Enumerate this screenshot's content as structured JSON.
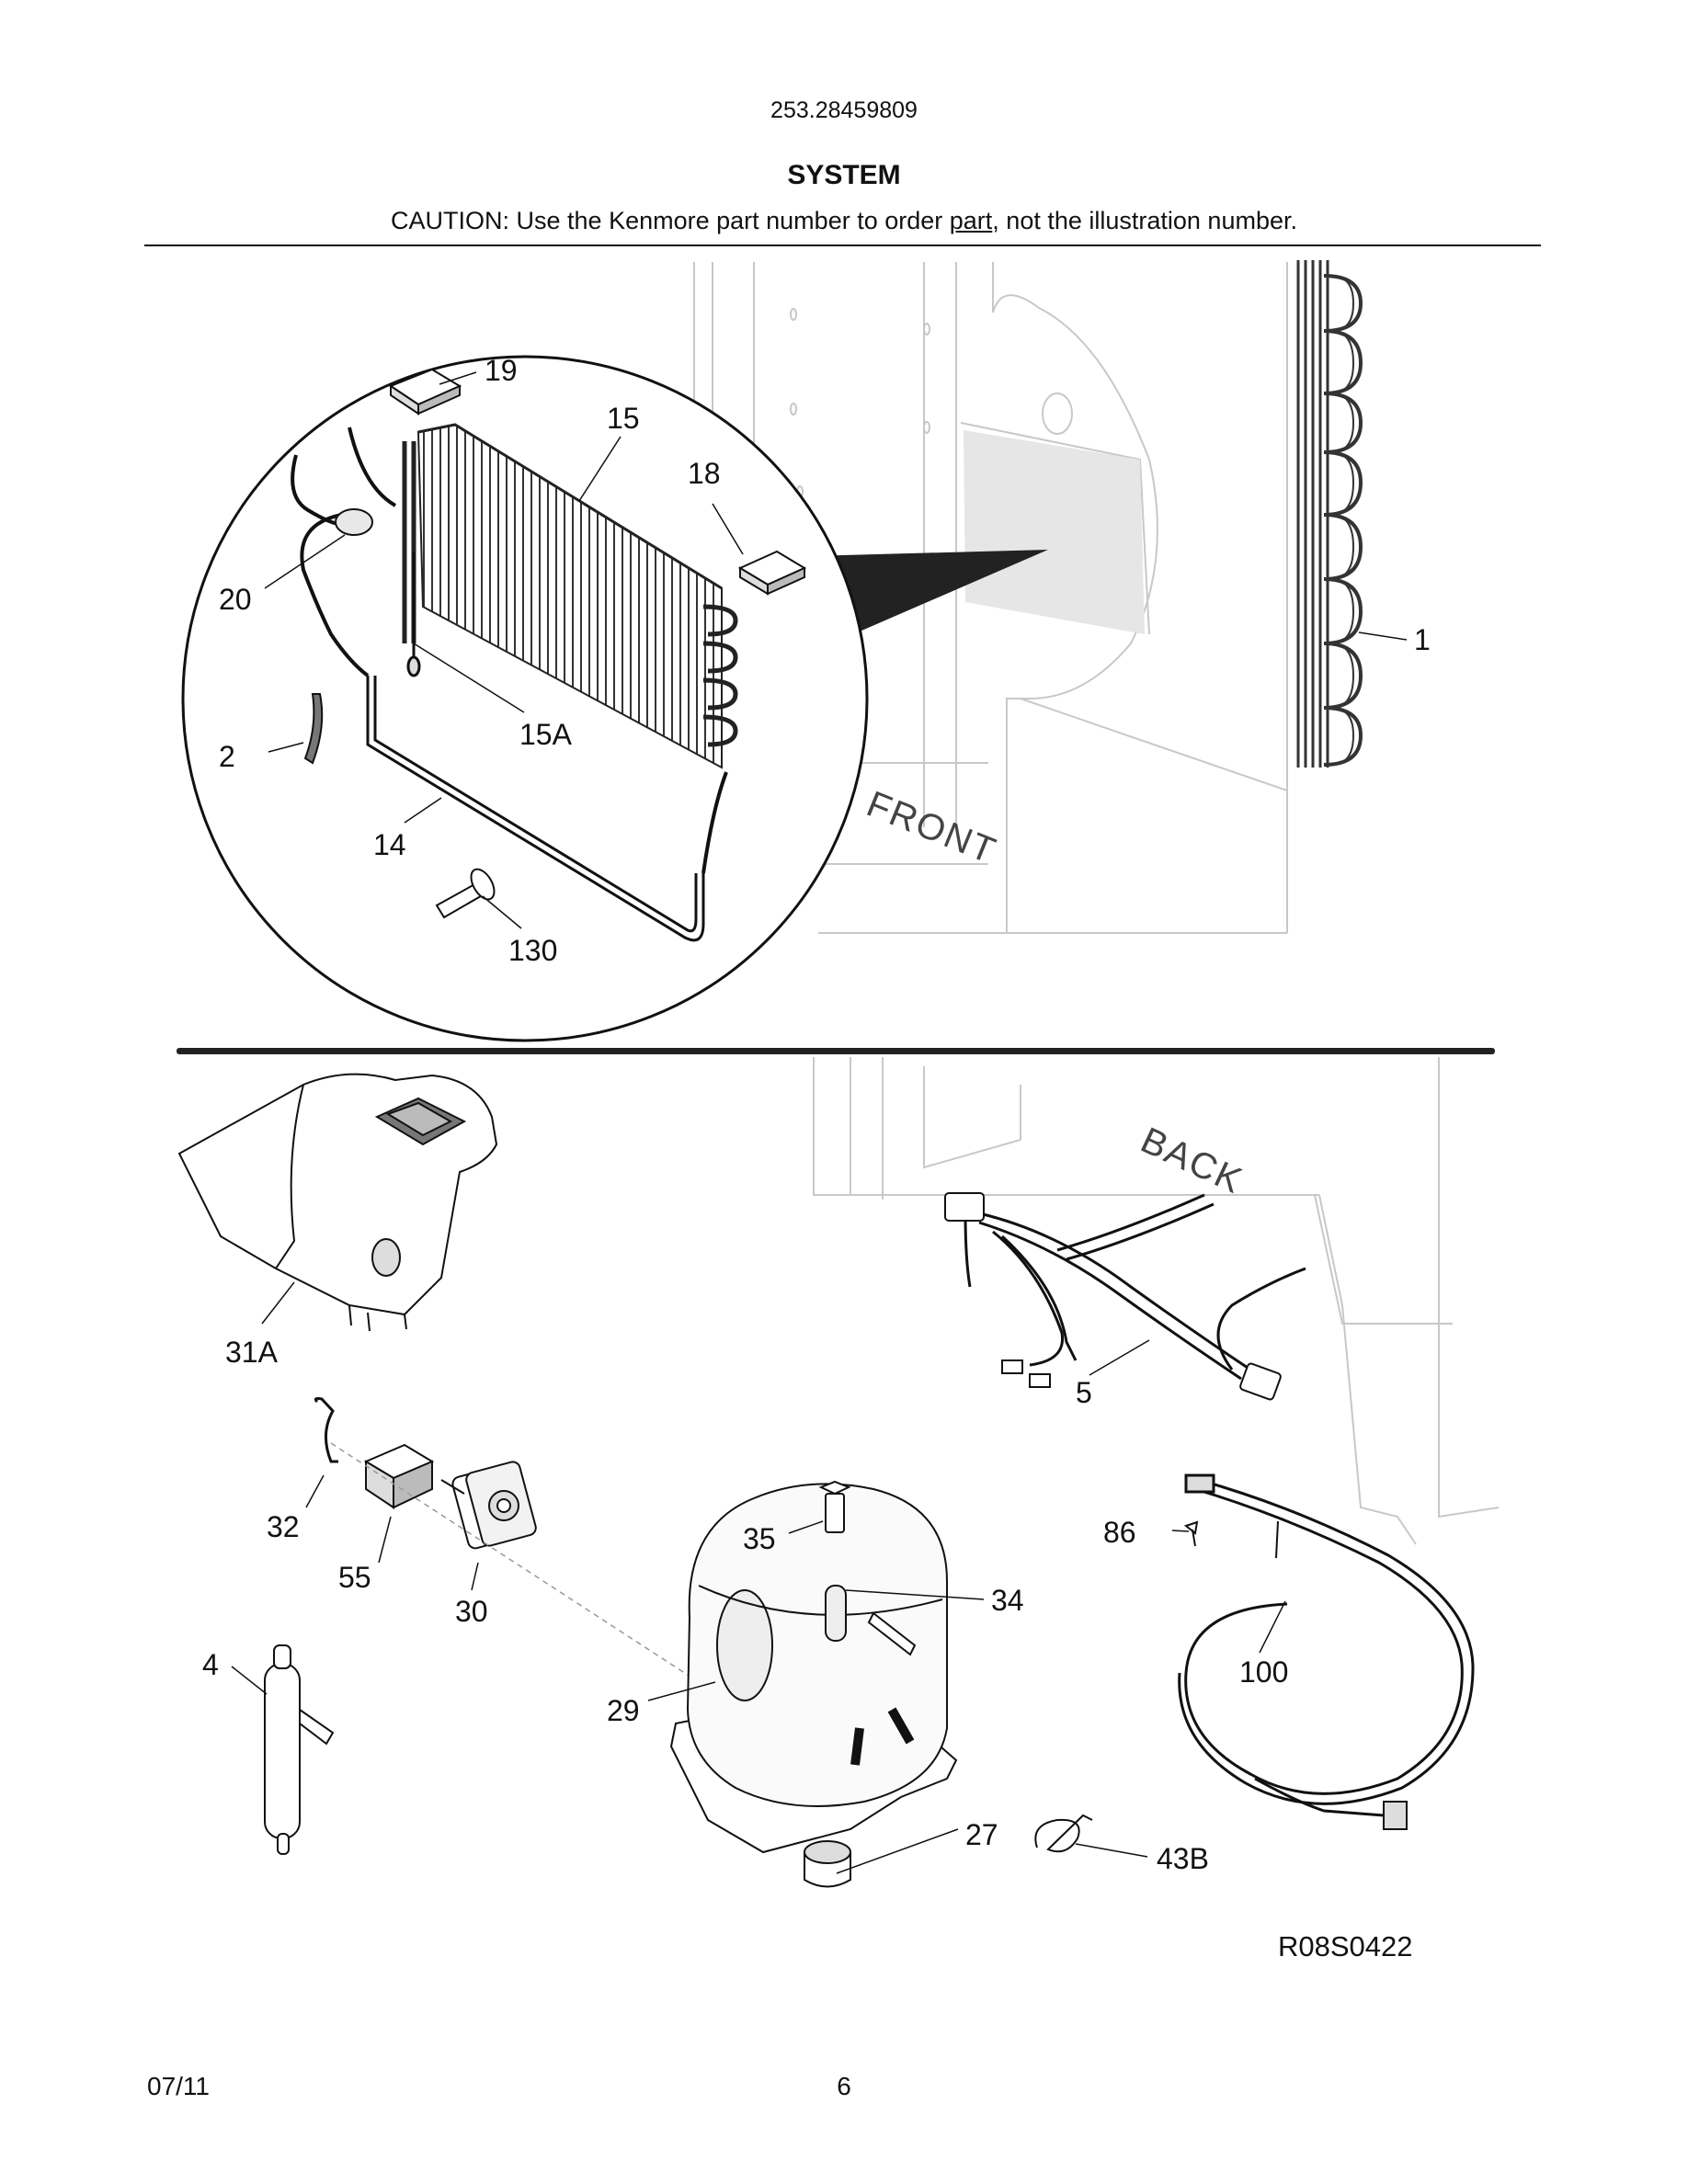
{
  "header": {
    "model_number": "253.28459809",
    "section_title": "SYSTEM",
    "caution_before": "CAUTION: Use the Kenmore part number to order ",
    "caution_underlined": "part",
    "caution_after": ", not the illustration number."
  },
  "diagram": {
    "stamps": {
      "front": "FRONT",
      "back": "BACK"
    },
    "callouts": {
      "c19": "19",
      "c15": "15",
      "c18": "18",
      "c20": "20",
      "c15a": "15A",
      "c2": "2",
      "c14": "14",
      "c130": "130",
      "c1": "1",
      "c31a": "31A",
      "c5": "5",
      "c32": "32",
      "c55": "55",
      "c30": "30",
      "c86": "86",
      "c35": "35",
      "c34": "34",
      "c4": "4",
      "c29": "29",
      "c100": "100",
      "c27": "27",
      "c43b": "43B"
    },
    "figure_code": "R08S0422"
  },
  "footer": {
    "date": "07/11",
    "page": "6"
  }
}
